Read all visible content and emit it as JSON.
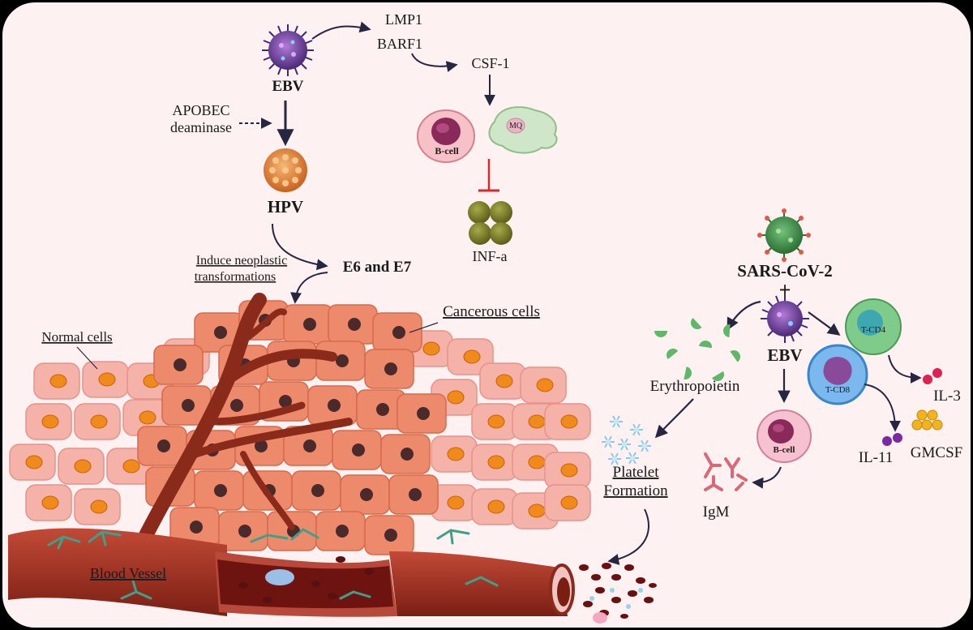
{
  "labels": {
    "lmp1": "LMP1",
    "barf1": "BARF1",
    "csf1": "CSF-1",
    "ebv_top": "EBV",
    "apobec_line1": "APOBEC",
    "apobec_line2": "deaminase",
    "hpv": "HPV",
    "bcell_top": "B-cell",
    "mq": "MQ",
    "infa": "INF-a",
    "induce_line1": "Induce neoplastic",
    "induce_line2": "transformations",
    "e6e7": "E6 and E7",
    "cancerous": "Cancerous cells",
    "normal": "Normal cells",
    "blood_vessel": "Blood Vessel",
    "sars": "SARS-CoV-2",
    "plus": "+",
    "ebv_right": "EBV",
    "tcd4": "T-CD4",
    "tcd8": "T-CD8",
    "erythropoietin": "Erythropoietin",
    "il3": "IL-3",
    "platelet_line1": "Platelet",
    "platelet_line2": "Formation",
    "bcell_right": "B-cell",
    "il11": "IL-11",
    "gmcsf": "GMCSF",
    "igm": "IgM"
  },
  "colors": {
    "background": "#fdf1f1",
    "frame": "#000000",
    "arrow": "#262640",
    "inhibit": "#d42a2a",
    "virus_ebv": "#6a3d8f",
    "virus_hpv": "#e08a3c",
    "virus_sars": "#3d8f4a",
    "cancer_cell": "#ee8a6c",
    "normal_cell": "#f4b2a8",
    "vessel": "#9e2a1e"
  }
}
